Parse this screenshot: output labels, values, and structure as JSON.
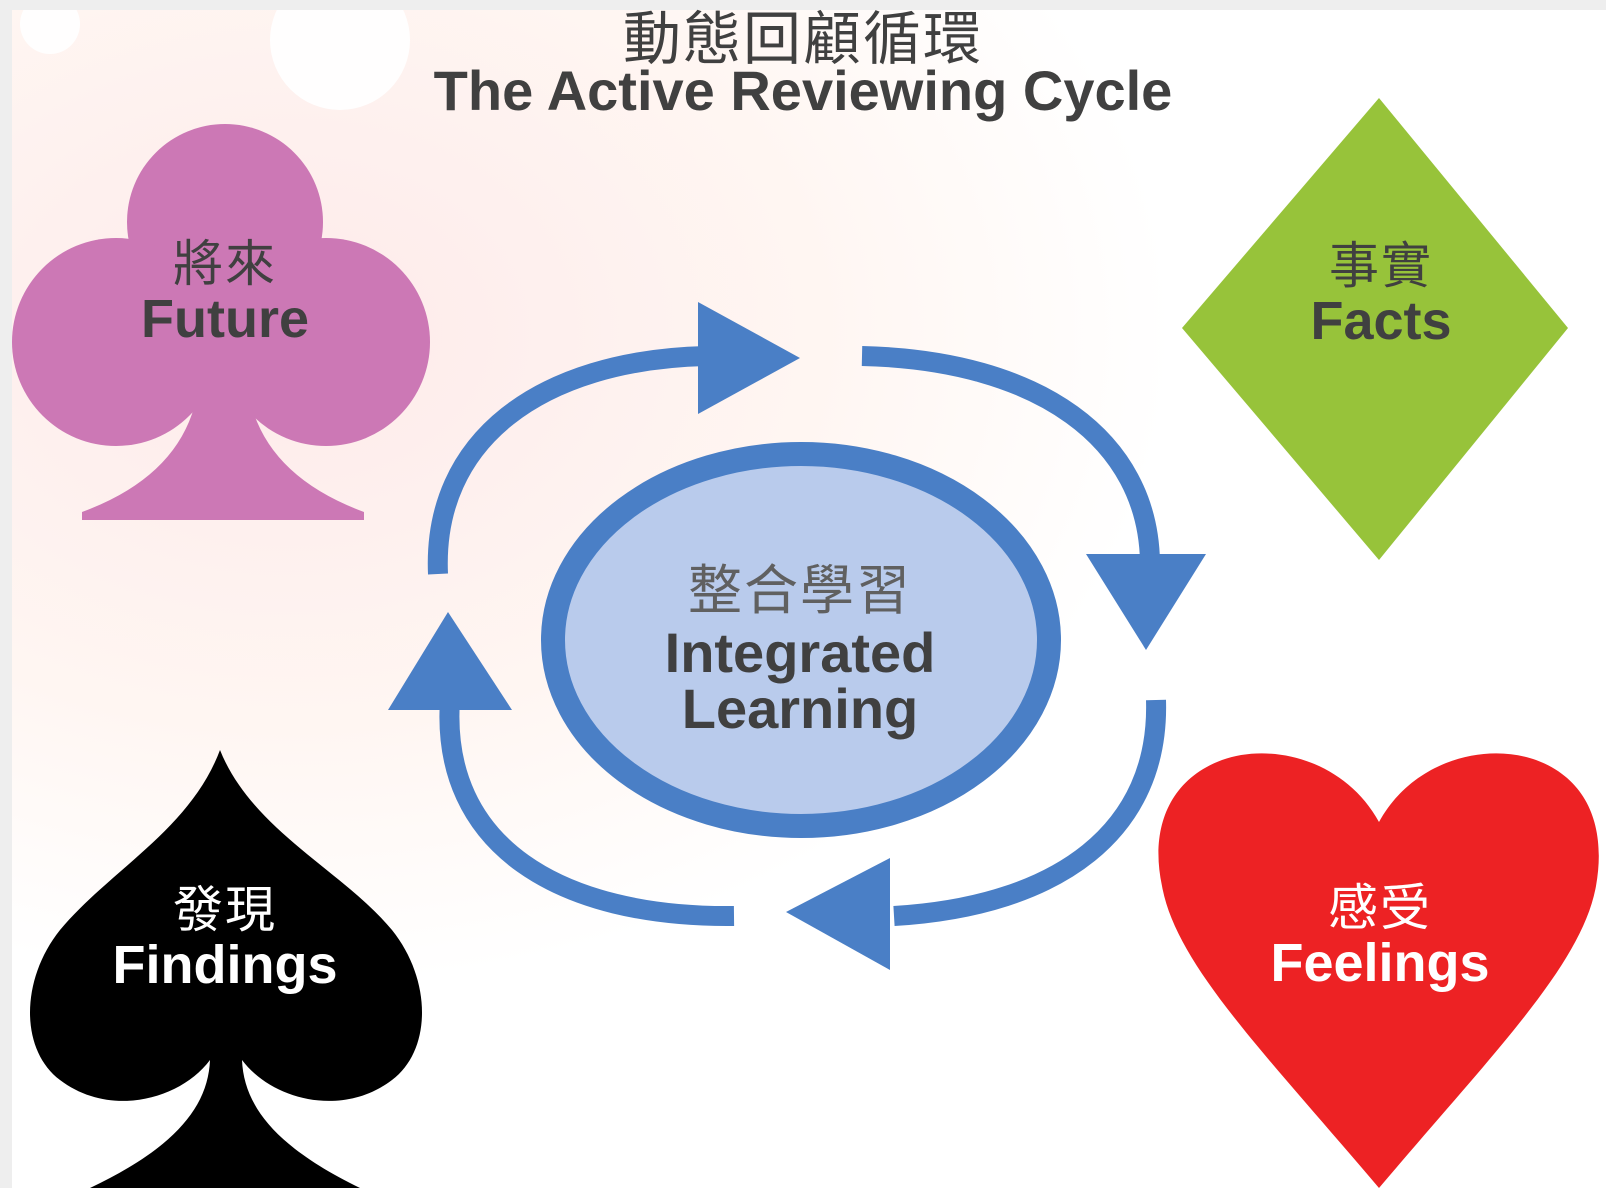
{
  "title": {
    "zh": "動態回顧循環",
    "en": "The Active Reviewing Cycle"
  },
  "center": {
    "zh": "整合學習",
    "en_line1": "Integrated",
    "en_line2": "Learning",
    "fill_color": "#b9cbec",
    "ring_color": "#4a7fc6"
  },
  "suits": {
    "future": {
      "zh": "將來",
      "en": "Future",
      "suit": "club-icon",
      "color": "#cc78b5"
    },
    "facts": {
      "zh": "事實",
      "en": "Facts",
      "suit": "diamond-icon",
      "color": "#97c33a"
    },
    "feelings": {
      "zh": "感受",
      "en": "Feelings",
      "suit": "heart-icon",
      "color": "#ed2224"
    },
    "findings": {
      "zh": "發現",
      "en": "Findings",
      "suit": "spade-icon",
      "color": "#000000"
    }
  },
  "cycle_arrow_color": "#4a7fc6"
}
